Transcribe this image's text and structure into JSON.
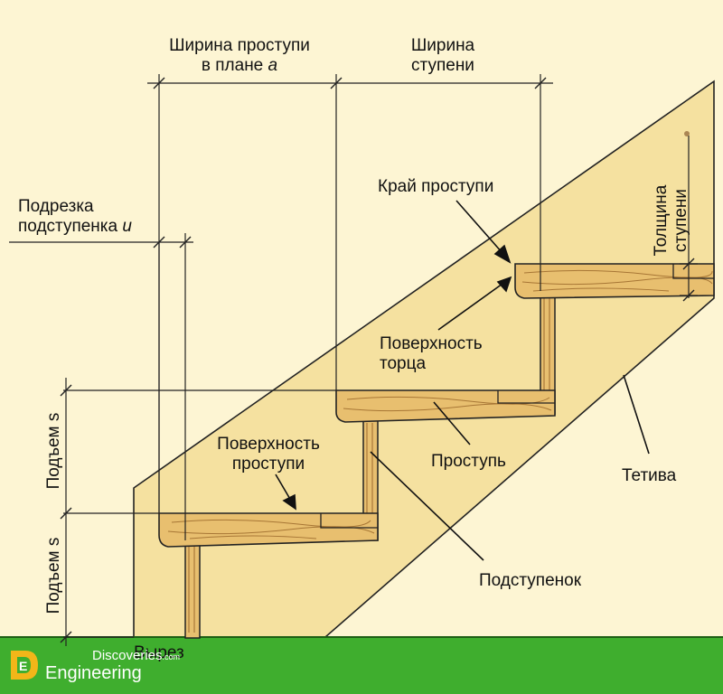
{
  "labels": {
    "tread_width_plan_l1": "Ширина проступи",
    "tread_width_plan_l2": "в плане",
    "tread_width_plan_var": "a",
    "step_width_l1": "Ширина",
    "step_width_l2": "ступени",
    "riser_undercut_l1": "Подрезка",
    "riser_undercut_l2": "подступенка",
    "riser_undercut_var": "u",
    "tread_edge": "Край проступи",
    "end_surface_l1": "Поверхность",
    "end_surface_l2": "торца",
    "step_thickness_l1": "Толщина",
    "step_thickness_l2": "ступени",
    "rise_1": "Подъем s",
    "rise_2": "Подъем s",
    "tread_surface_l1": "Поверхность",
    "tread_surface_l2": "проступи",
    "tread": "Проступь",
    "stringer": "Тетива",
    "riser": "Подступенок",
    "cutaway": "Вырез"
  },
  "watermark": {
    "line1": "Discoveries",
    "line1_suffix": ".com",
    "line2": "Engineering",
    "logo_letter": "E"
  },
  "colors": {
    "background": "#fdf5d3",
    "stringer": "#f5e1a0",
    "wood": "#e8bf6f",
    "wood_grain": "#9c6a2c",
    "ground": "#3fae2e",
    "logo": "#f2b619"
  }
}
